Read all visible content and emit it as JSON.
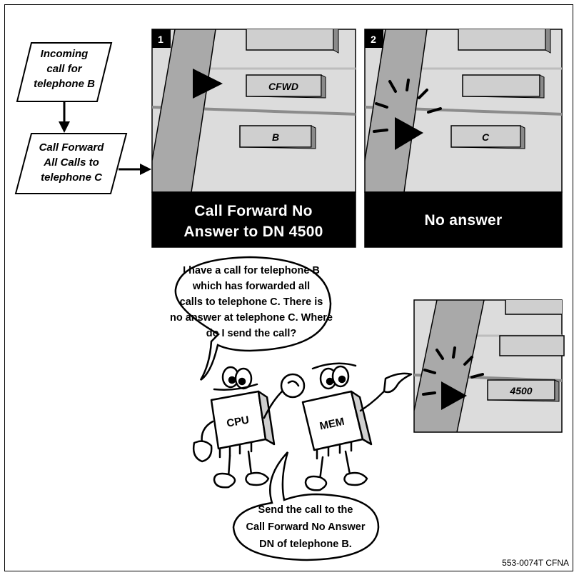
{
  "flow": {
    "box1_lines": [
      "Incoming",
      "call for",
      "telephone B"
    ],
    "box2_lines": [
      "Call Forward",
      "All Calls to",
      "telephone C"
    ]
  },
  "panel1": {
    "number": "1",
    "key_top": "CFWD",
    "key_bottom": "B",
    "caption_lines": [
      "Call Forward No",
      "Answer to DN 4500"
    ]
  },
  "panel2": {
    "number": "2",
    "key_bottom": "C",
    "caption_lines": [
      "No answer"
    ]
  },
  "panel3": {
    "key_bottom": "4500"
  },
  "bubble_top_lines": [
    "I have a call for telephone B",
    "which has forwarded all",
    "calls to telephone C. There is",
    "no answer at telephone C. Where",
    "do I send the call?"
  ],
  "bubble_bottom_lines": [
    "Send the call to the",
    "Call Forward No Answer",
    "DN of telephone B."
  ],
  "characters": {
    "cpu_label": "CPU",
    "mem_label": "MEM"
  },
  "figure_code": "553-0074T CFNA",
  "colors": {
    "panel_bg": "#dcdcdc",
    "phone_strip": "#a9a9a9",
    "key_face": "#cfcfcf",
    "caption_bg": "#000000"
  }
}
